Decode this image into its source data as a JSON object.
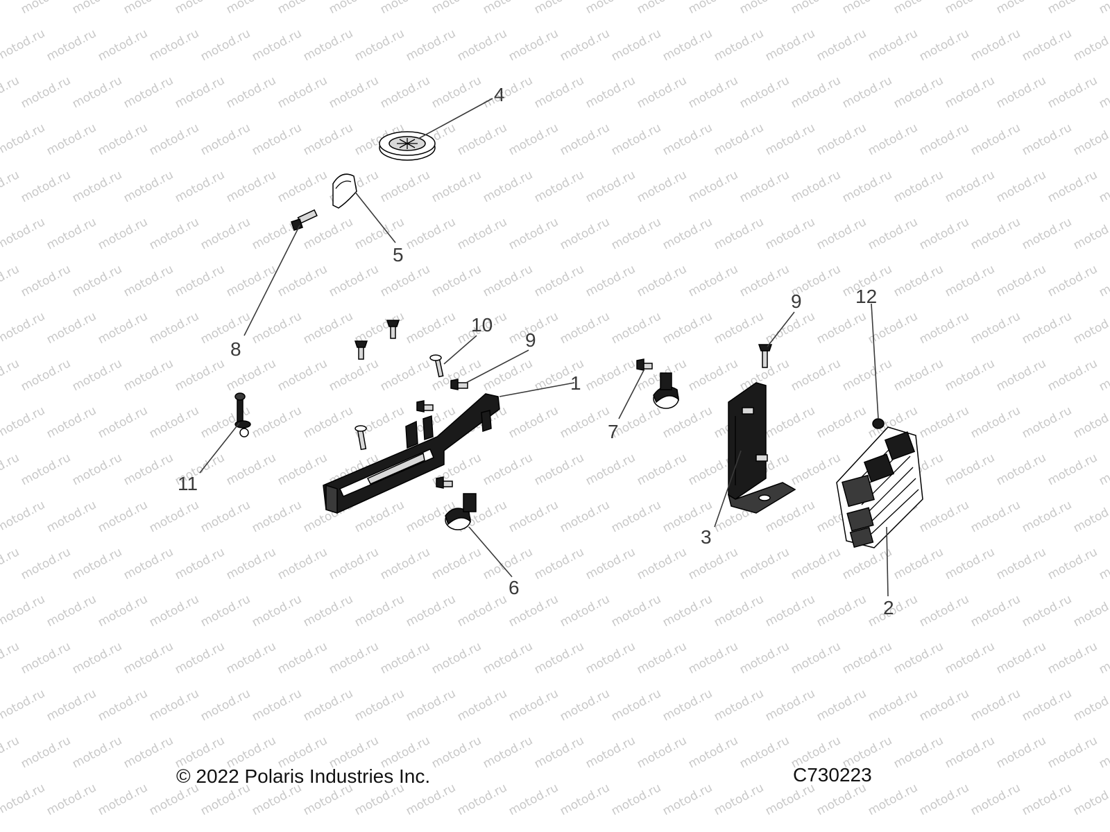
{
  "watermark": {
    "text": "motod.ru",
    "color": "#c8c8c8"
  },
  "callouts": [
    {
      "id": "1",
      "label": "1"
    },
    {
      "id": "2",
      "label": "2"
    },
    {
      "id": "3",
      "label": "3"
    },
    {
      "id": "4",
      "label": "4"
    },
    {
      "id": "5",
      "label": "5"
    },
    {
      "id": "6",
      "label": "6"
    },
    {
      "id": "7",
      "label": "7"
    },
    {
      "id": "8",
      "label": "8"
    },
    {
      "id": "9a",
      "label": "9"
    },
    {
      "id": "9b",
      "label": "9"
    },
    {
      "id": "10",
      "label": "10"
    },
    {
      "id": "11",
      "label": "11"
    },
    {
      "id": "12",
      "label": "12"
    }
  ],
  "footer": {
    "copyright": "© 2022 Polaris Industries Inc.",
    "code": "C730223"
  }
}
